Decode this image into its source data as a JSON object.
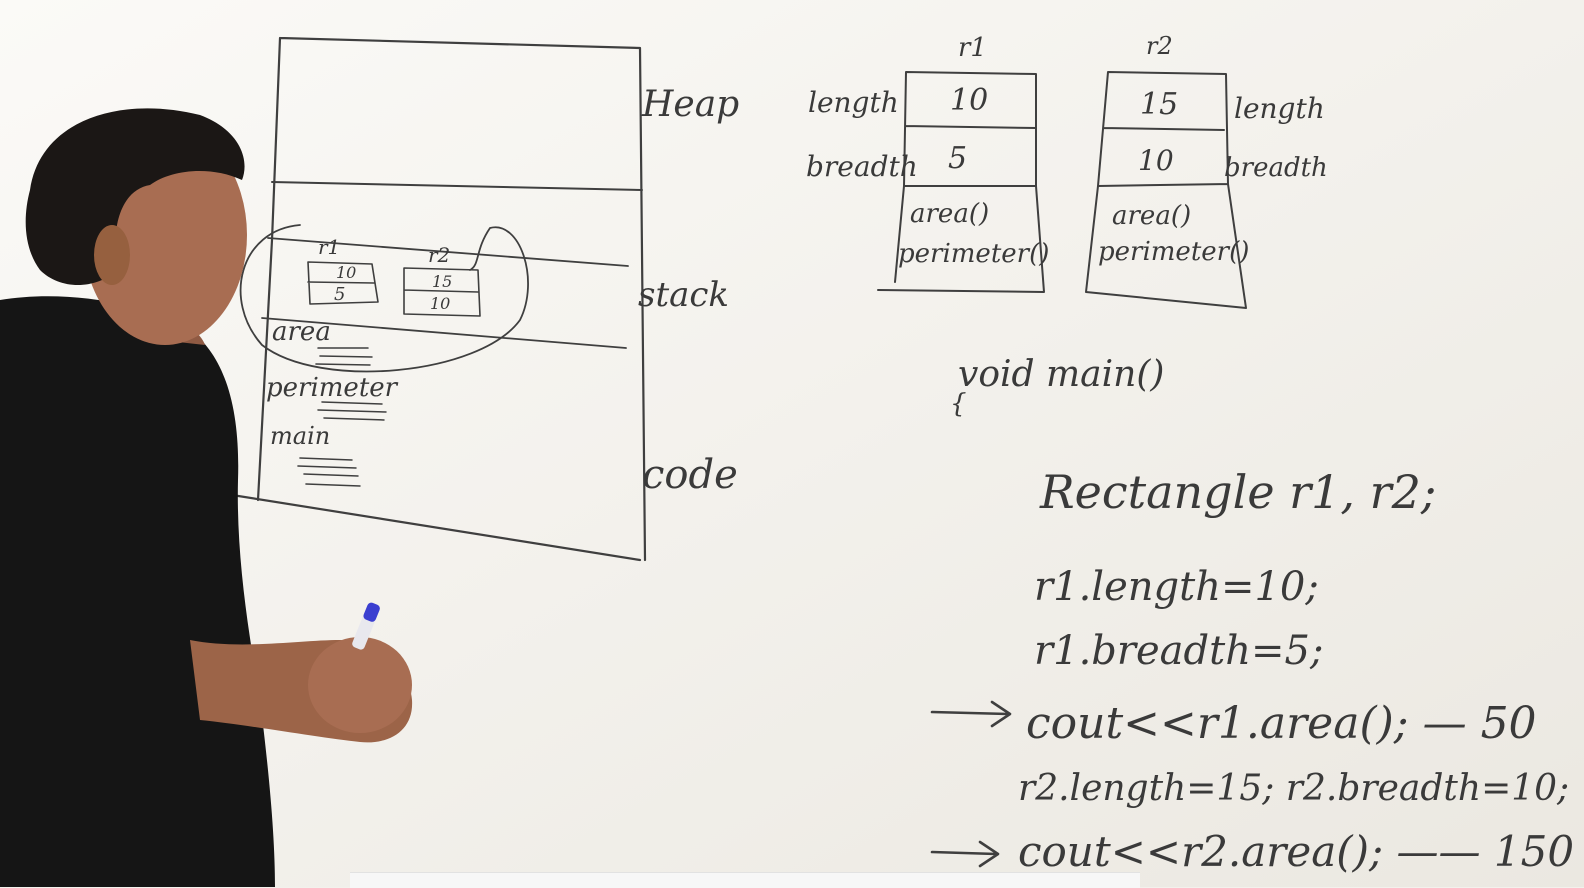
{
  "colors": {
    "board": "#f3f1ec",
    "ink": "#3f3f3f",
    "shirt": "#151515",
    "skin": "#a86d52",
    "marker": "#3b3fd0"
  },
  "memory_diagram": {
    "labels": [
      "Heap",
      "stack",
      "code"
    ],
    "stack_objects": [
      {
        "name": "r1",
        "values": [
          "10",
          "5"
        ]
      },
      {
        "name": "r2",
        "values": [
          "15",
          "10"
        ]
      }
    ],
    "functions": [
      "area",
      "perimeter",
      "main"
    ]
  },
  "objects": [
    {
      "name": "r1",
      "field_labels": [
        "length",
        "breadth"
      ],
      "values": [
        "10",
        "5"
      ],
      "methods": [
        "area()",
        "perimeter()"
      ]
    },
    {
      "name": "r2",
      "field_labels": [
        "length",
        "breadth"
      ],
      "values": [
        "15",
        "10"
      ],
      "methods": [
        "area()",
        "perimeter()"
      ]
    }
  ],
  "code": {
    "lines": [
      "void main()",
      "{",
      "Rectangle r1, r2;",
      "r1.length=10;",
      "r1.breadth=5;",
      "cout<<r1.area(); — 50",
      "r2.length=15; r2.breadth=10;",
      "cout<<r2.area(); —— 150"
    ]
  }
}
